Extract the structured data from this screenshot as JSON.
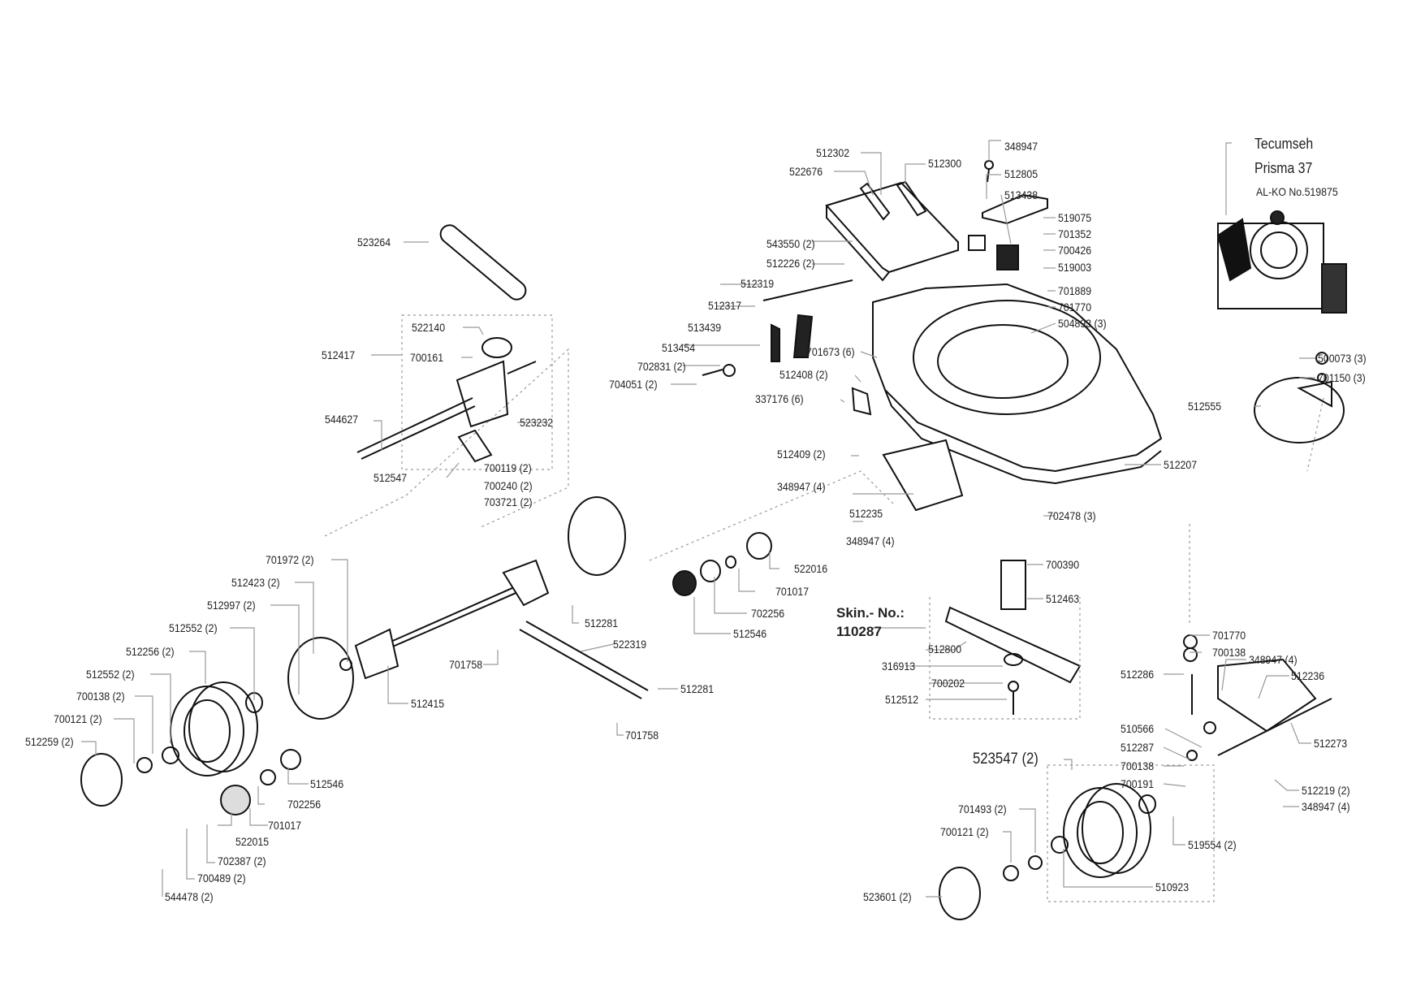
{
  "diagram": {
    "type": "exploded parts diagram",
    "subject": "lawn mower",
    "engine": {
      "brand": "Tecumseh",
      "model": "Prisma 37",
      "alko_no": "AL-KO No.519875"
    },
    "skin_no": {
      "label": "Skin.- No.:",
      "value": "110287"
    },
    "parts": [
      {
        "id": "p512302",
        "text": "512302"
      },
      {
        "id": "p522676",
        "text": "522676"
      },
      {
        "id": "p512300",
        "text": "512300"
      },
      {
        "id": "p348947a",
        "text": "348947"
      },
      {
        "id": "p512805",
        "text": "512805"
      },
      {
        "id": "p513438",
        "text": "513438"
      },
      {
        "id": "p519075",
        "text": "519075"
      },
      {
        "id": "p701352",
        "text": "701352"
      },
      {
        "id": "p700426",
        "text": "700426"
      },
      {
        "id": "p519003",
        "text": "519003"
      },
      {
        "id": "p701889",
        "text": "701889"
      },
      {
        "id": "p701770a",
        "text": "701770"
      },
      {
        "id": "p504893",
        "text": "504893 (3)"
      },
      {
        "id": "p543550",
        "text": "543550 (2)"
      },
      {
        "id": "p512226",
        "text": "512226 (2)"
      },
      {
        "id": "p512319",
        "text": "512319"
      },
      {
        "id": "p512317",
        "text": "512317"
      },
      {
        "id": "p513439",
        "text": "513439"
      },
      {
        "id": "p513454",
        "text": "513454"
      },
      {
        "id": "p702831",
        "text": "702831 (2)"
      },
      {
        "id": "p704051",
        "text": "704051 (2)"
      },
      {
        "id": "p701673",
        "text": "701673 (6)"
      },
      {
        "id": "p512408",
        "text": "512408 (2)"
      },
      {
        "id": "p337176",
        "text": "337176 (6)"
      },
      {
        "id": "p512409",
        "text": "512409 (2)"
      },
      {
        "id": "p348947b",
        "text": "348947 (4)"
      },
      {
        "id": "p512235",
        "text": "512235"
      },
      {
        "id": "p348947c",
        "text": "348947 (4)"
      },
      {
        "id": "p512207",
        "text": "512207"
      },
      {
        "id": "p702478",
        "text": "702478 (3)"
      },
      {
        "id": "p500073",
        "text": "500073 (3)"
      },
      {
        "id": "p701150",
        "text": "701150 (3)"
      },
      {
        "id": "p512555",
        "text": "512555"
      },
      {
        "id": "p523264",
        "text": "523264"
      },
      {
        "id": "p522140",
        "text": "522140"
      },
      {
        "id": "p512417",
        "text": "512417"
      },
      {
        "id": "p700161",
        "text": "700161"
      },
      {
        "id": "p544627",
        "text": "544627"
      },
      {
        "id": "p523232",
        "text": "523232"
      },
      {
        "id": "p512547",
        "text": "512547"
      },
      {
        "id": "p700119",
        "text": "700119 (2)"
      },
      {
        "id": "p700240",
        "text": "700240 (2)"
      },
      {
        "id": "p703721",
        "text": "703721 (2)"
      },
      {
        "id": "p701972",
        "text": "701972 (2)"
      },
      {
        "id": "p512423",
        "text": "512423 (2)"
      },
      {
        "id": "p512997",
        "text": "512997 (2)"
      },
      {
        "id": "p512552a",
        "text": "512552 (2)"
      },
      {
        "id": "p512256",
        "text": "512256 (2)"
      },
      {
        "id": "p512552b",
        "text": "512552 (2)"
      },
      {
        "id": "p700138a",
        "text": "700138 (2)"
      },
      {
        "id": "p700121a",
        "text": "700121 (2)"
      },
      {
        "id": "p512259",
        "text": "512259 (2)"
      },
      {
        "id": "p512546a",
        "text": "512546"
      },
      {
        "id": "p702256a",
        "text": "702256"
      },
      {
        "id": "p701017a",
        "text": "701017"
      },
      {
        "id": "p522015",
        "text": "522015"
      },
      {
        "id": "p702387",
        "text": "702387 (2)"
      },
      {
        "id": "p700489",
        "text": "700489 (2)"
      },
      {
        "id": "p544478",
        "text": "544478 (2)"
      },
      {
        "id": "p512415",
        "text": "512415"
      },
      {
        "id": "p512281a",
        "text": "512281"
      },
      {
        "id": "p701758a",
        "text": "701758"
      },
      {
        "id": "p522319",
        "text": "522319"
      },
      {
        "id": "p512281b",
        "text": "512281"
      },
      {
        "id": "p701758b",
        "text": "701758"
      },
      {
        "id": "p522016",
        "text": "522016"
      },
      {
        "id": "p701017b",
        "text": "701017"
      },
      {
        "id": "p702256b",
        "text": "702256"
      },
      {
        "id": "p512546b",
        "text": "512546"
      },
      {
        "id": "p700390",
        "text": "700390"
      },
      {
        "id": "p512463",
        "text": "512463"
      },
      {
        "id": "p512800",
        "text": "512800"
      },
      {
        "id": "p316913",
        "text": "316913"
      },
      {
        "id": "p700202",
        "text": "700202"
      },
      {
        "id": "p512512",
        "text": "512512"
      },
      {
        "id": "p701770b",
        "text": "701770"
      },
      {
        "id": "p700138b",
        "text": "700138"
      },
      {
        "id": "p348947d",
        "text": "348947 (4)"
      },
      {
        "id": "p512286",
        "text": "512286"
      },
      {
        "id": "p512236",
        "text": "512236"
      },
      {
        "id": "p510566",
        "text": "510566"
      },
      {
        "id": "p512287",
        "text": "512287"
      },
      {
        "id": "p512273",
        "text": "512273"
      },
      {
        "id": "p700138c",
        "text": "700138"
      },
      {
        "id": "p700191",
        "text": "700191"
      },
      {
        "id": "p512219",
        "text": "512219 (2)"
      },
      {
        "id": "p348947e",
        "text": "348947 (4)"
      },
      {
        "id": "p523547",
        "text": "523547 (2)"
      },
      {
        "id": "p701493",
        "text": "701493 (2)"
      },
      {
        "id": "p700121b",
        "text": "700121 (2)"
      },
      {
        "id": "p519554",
        "text": "519554 (2)"
      },
      {
        "id": "p510923",
        "text": "510923"
      },
      {
        "id": "p523601",
        "text": "523601 (2)"
      }
    ]
  }
}
